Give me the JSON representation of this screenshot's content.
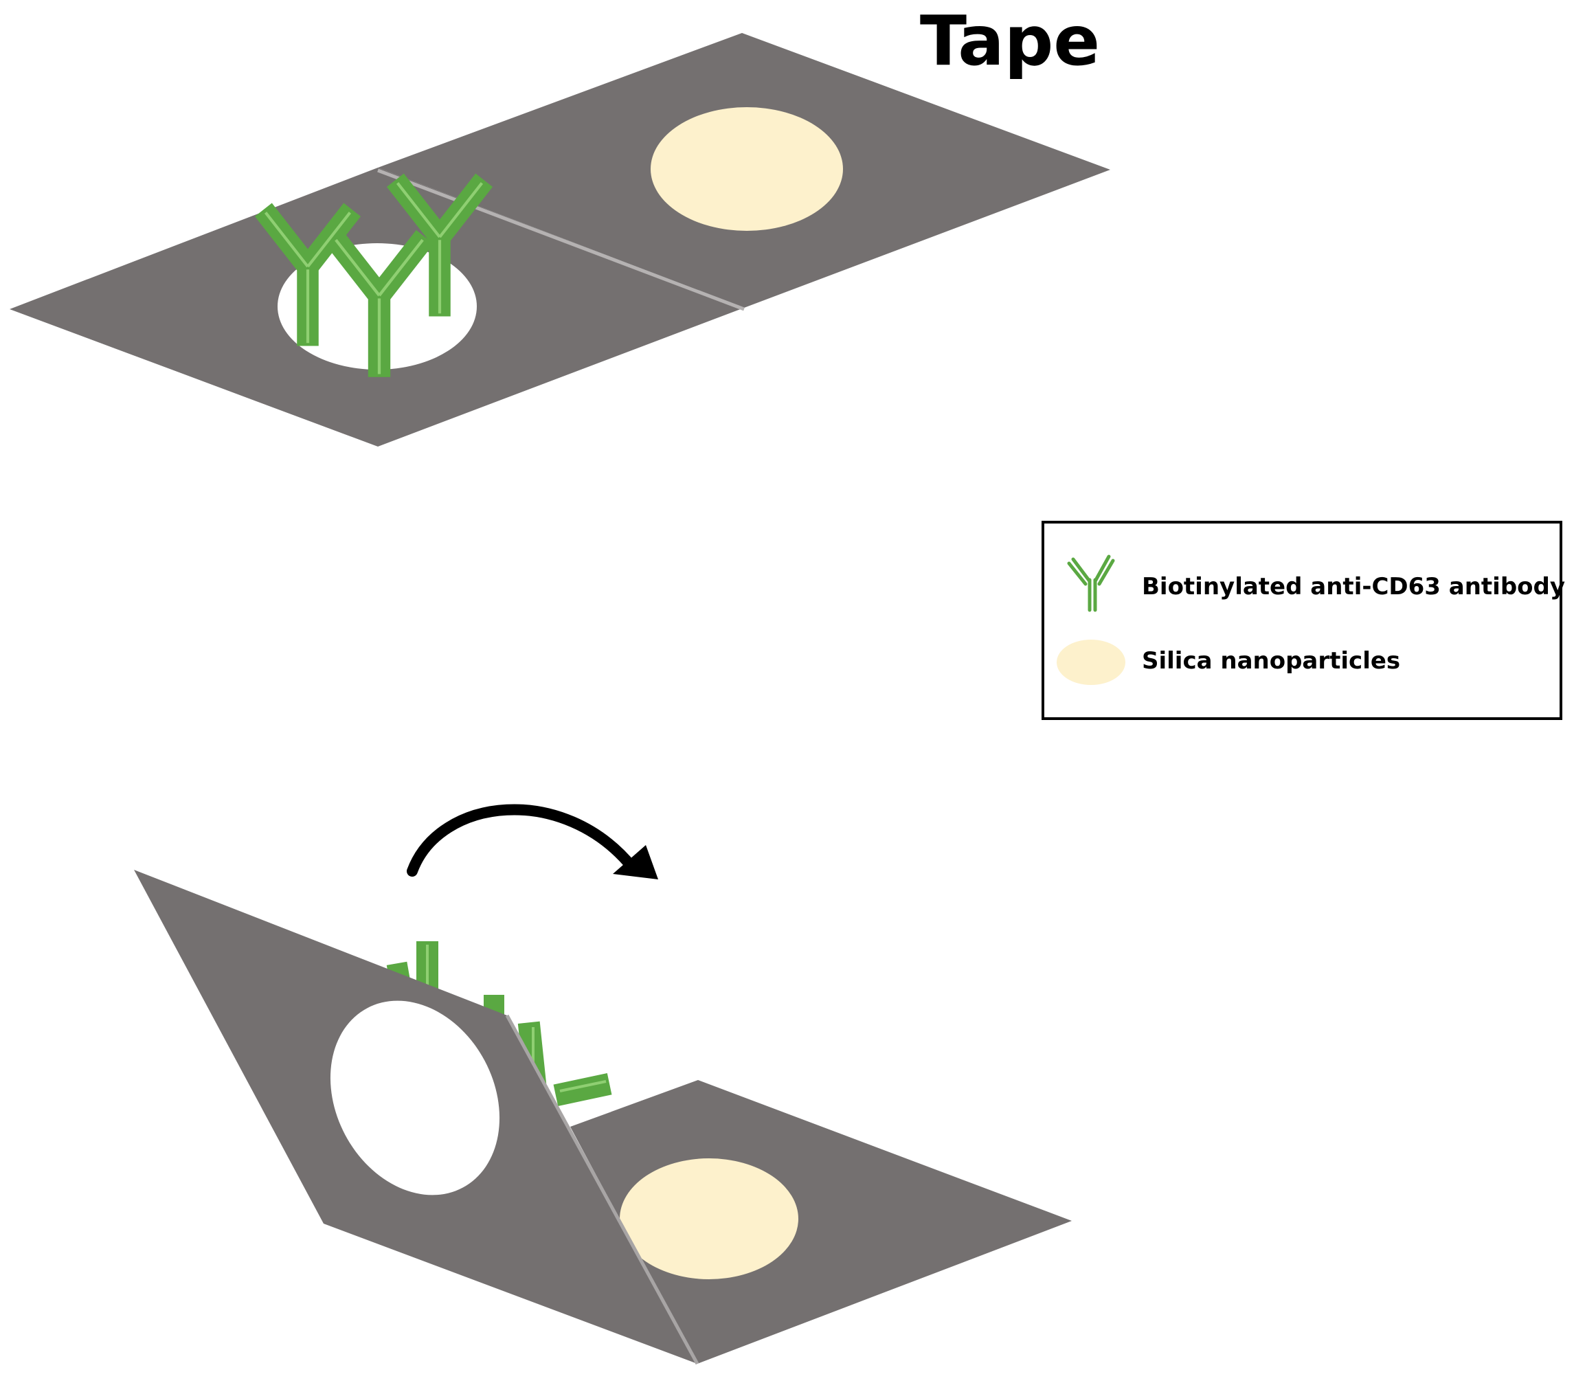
{
  "title": "Tape",
  "colors": {
    "tape": "#747070",
    "tape_edge": "#a8a5a5",
    "antibody": "#5aa842",
    "antibody_light": "#8fcf72",
    "nanoparticle": "#fdf1cc",
    "hole": "#ffffff",
    "arrow": "#000000"
  },
  "legend": {
    "items": [
      {
        "icon": "antibody-icon",
        "label": "Biotinylated anti-CD63 antibody"
      },
      {
        "icon": "nanoparticle-icon",
        "label": "Silica nanoparticles"
      }
    ]
  }
}
